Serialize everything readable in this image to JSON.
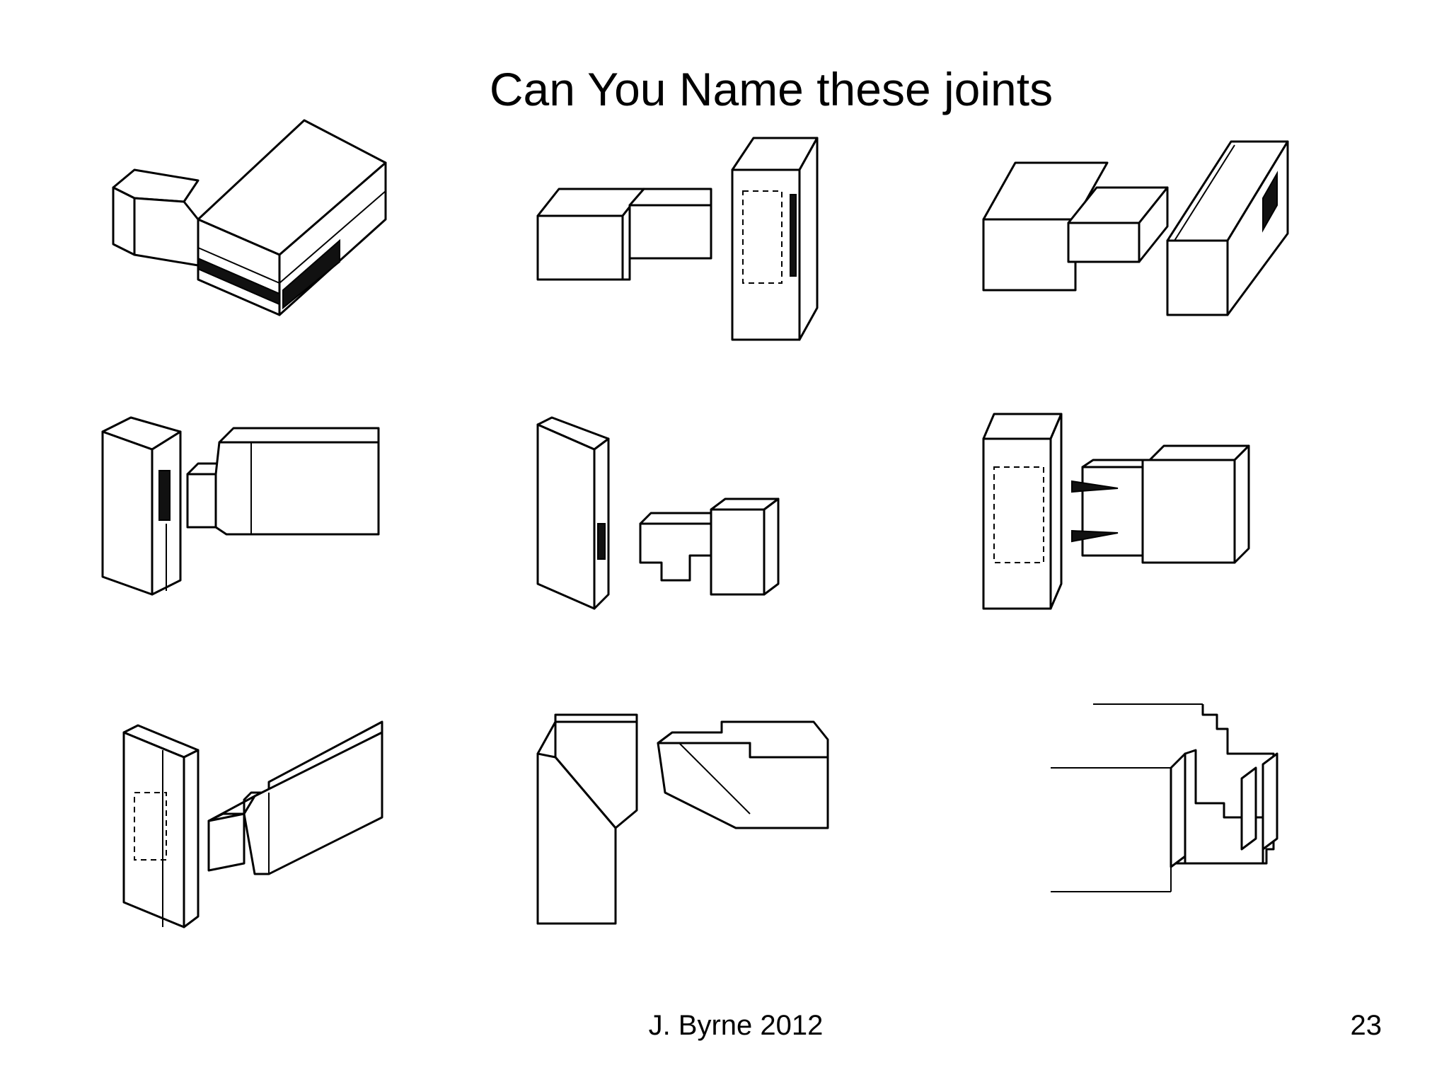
{
  "slide": {
    "title": "Can You Name these joints",
    "footer": "J. Byrne 2012",
    "page_number": "23"
  },
  "illustrations": [
    "joint-drawing-1",
    "joint-drawing-2",
    "joint-drawing-3",
    "joint-drawing-4",
    "joint-drawing-5",
    "joint-drawing-6",
    "joint-drawing-7",
    "joint-drawing-8",
    "joint-drawing-9"
  ]
}
